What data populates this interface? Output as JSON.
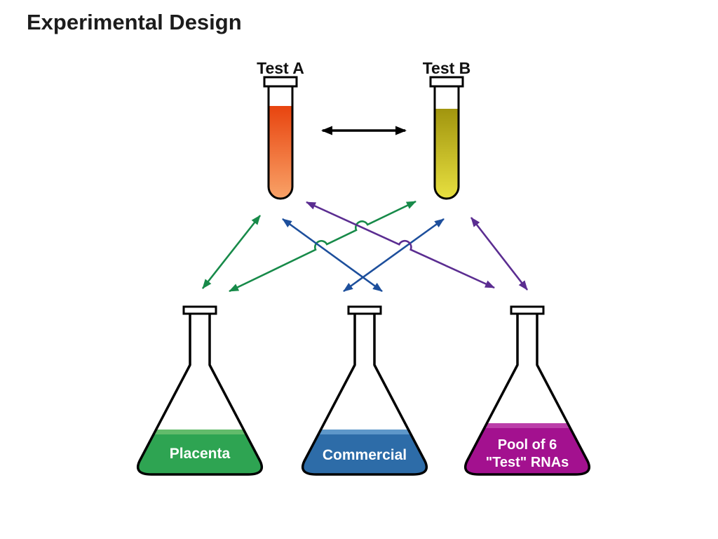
{
  "title": "Experimental Design",
  "tubes": [
    {
      "label": "Test A"
    },
    {
      "label": "Test B"
    }
  ],
  "flasks": [
    {
      "label": "Placenta"
    },
    {
      "label": "Commercial"
    },
    {
      "label_line1": "Pool of 6",
      "label_line2": "\"Test\"  RNAs"
    }
  ],
  "colors": {
    "arrow_green": "#178a49",
    "arrow_blue": "#1d4f9c",
    "arrow_purple": "#5b2d91",
    "arrow_black": "#000000",
    "placenta_fill": "#2ea452",
    "placenta_highlight": "#62bb6b",
    "commercial_fill": "#2d6ca8",
    "commercial_highlight": "#5e97c9",
    "pool_fill": "#a3118f",
    "pool_highlight": "#bb3ea9",
    "test_a_liquid_top": "#e8440f",
    "test_a_liquid_bottom": "#f9a469",
    "test_b_liquid_top": "#a1950e",
    "test_b_liquid_bottom": "#e9e141",
    "outline": "#000000",
    "label_text": "#111111",
    "flask_label_text": "#ffffff"
  },
  "connections": [
    {
      "from": "Test A",
      "to": "Test B",
      "color": "black",
      "style": "double-headed"
    },
    {
      "from": "Placenta",
      "to": "Test A",
      "color": "green",
      "style": "double-headed"
    },
    {
      "from": "Placenta",
      "to": "Test B",
      "color": "green",
      "style": "double-headed"
    },
    {
      "from": "Commercial",
      "to": "Test A",
      "color": "blue",
      "style": "double-headed"
    },
    {
      "from": "Commercial",
      "to": "Test B",
      "color": "blue",
      "style": "double-headed"
    },
    {
      "from": "Pool of 6 \"Test\" RNAs",
      "to": "Test A",
      "color": "purple",
      "style": "double-headed"
    },
    {
      "from": "Pool of 6 \"Test\" RNAs",
      "to": "Test B",
      "color": "purple",
      "style": "double-headed"
    }
  ]
}
